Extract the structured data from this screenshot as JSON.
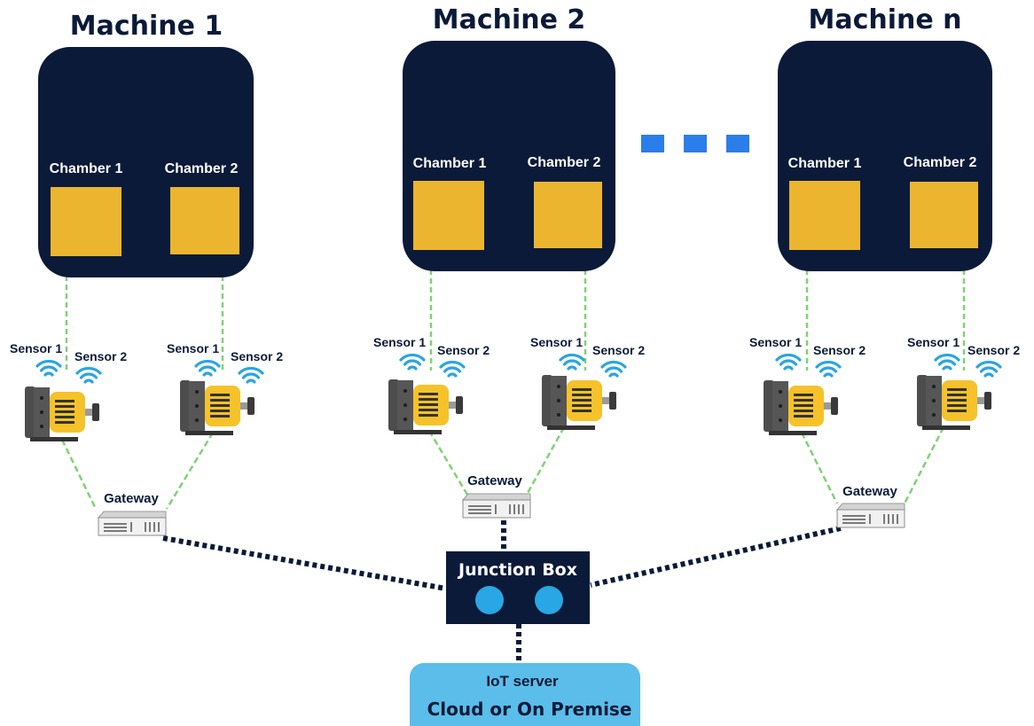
{
  "colors": {
    "machine_bg": "#0b1a38",
    "chamber_fill": "#ebb52f",
    "green_link": "#7fd275",
    "navy_link": "#0b1a38",
    "blue_dots": "#2b7de9",
    "wifi": "#2aa5e0",
    "junction_dot": "#29a6e4",
    "server_fill": "#5bbde9",
    "motor_yellow": "#f6c22a",
    "motor_gray": "#4d4d4d"
  },
  "machines": [
    {
      "title": "Machine 1",
      "chambers": [
        "Chamber 1",
        "Chamber 2"
      ],
      "sensor_labels": [
        "Sensor 1",
        "Sensor 2"
      ],
      "gateway_label": "Gateway"
    },
    {
      "title": "Machine 2",
      "chambers": [
        "Chamber 1",
        "Chamber 2"
      ],
      "sensor_labels": [
        "Sensor 1",
        "Sensor 2"
      ],
      "gateway_label": "Gateway"
    },
    {
      "title": "Machine n",
      "chambers": [
        "Chamber 1",
        "Chamber 2"
      ],
      "sensor_labels": [
        "Sensor 1",
        "Sensor 2"
      ],
      "gateway_label": "Gateway"
    }
  ],
  "junction_box": {
    "label": "Junction Box"
  },
  "server": {
    "label": "IoT server",
    "sublabel": "Cloud or On Premise"
  },
  "icons": {
    "sensor": "wifi-icon",
    "motor": "motor-icon",
    "gateway": "gateway-device-icon",
    "ellipsis": "ellipsis-squares-icon"
  }
}
